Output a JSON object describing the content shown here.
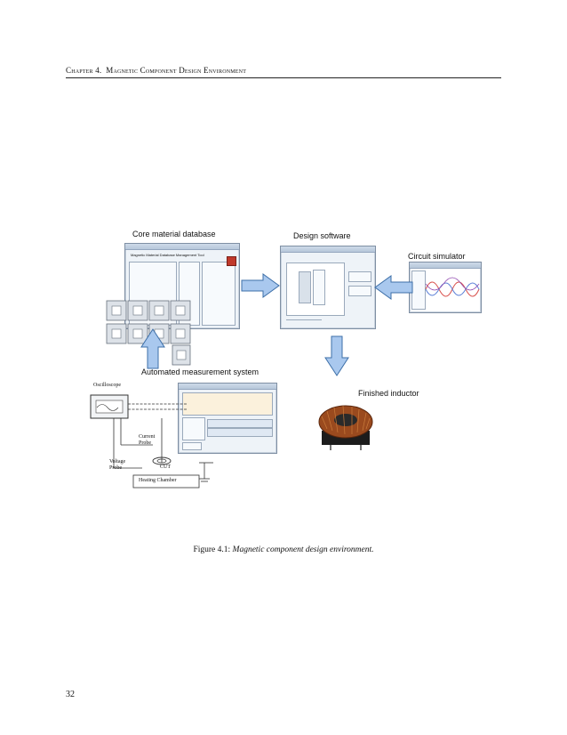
{
  "header": {
    "chapter": "Chapter 4.",
    "title": "Magnetic Component Design Environment"
  },
  "figure": {
    "labels": {
      "core_db": "Core material database",
      "design_sw": "Design software",
      "circuit_sim": "Circuit simulator",
      "measurement": "Automated measurement system",
      "inductor": "Finished inductor"
    },
    "db_window_title": "Magnetic Material Database Management Tool",
    "measure_labels": {
      "oscilloscope": "Oscilloscope",
      "current_probe": "Current Probe",
      "voltage_probe": "Voltage Probe",
      "cut": "CUT",
      "heating": "Heating Chamber"
    },
    "colors": {
      "arrow_fill": "#a9c8ee",
      "arrow_stroke": "#3d6fa8",
      "toroid": "#9a4a1e"
    }
  },
  "caption": {
    "prefix": "Figure 4.1:",
    "text": "Magnetic component design environment."
  },
  "page_number": "32"
}
